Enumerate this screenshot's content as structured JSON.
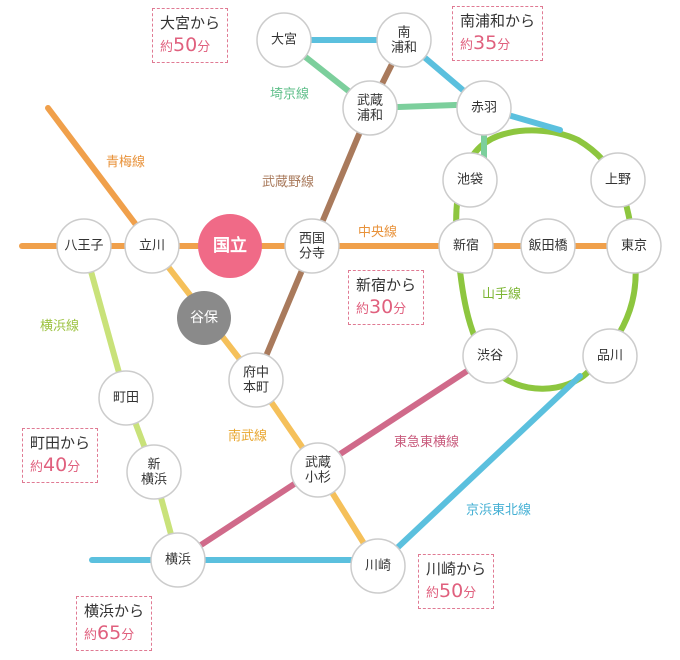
{
  "colors": {
    "chuo": "#f0a04b",
    "ome": "#f0a04b",
    "musashino": "#a97a5c",
    "nambu": "#f5c05a",
    "yokohama": "#c9e27a",
    "yamanote": "#8dc63f",
    "keihin": "#5bc0de",
    "saikyo": "#7ccf9c",
    "toyoko": "#d06a8a",
    "hub": "#f06a87",
    "yaho": "#8a8a8a"
  },
  "stations": {
    "omiya": "大宮",
    "minami_urawa": "南\n浦和",
    "musashi_urawa": "武蔵\n浦和",
    "akabane": "赤羽",
    "ikebukuro": "池袋",
    "ueno": "上野",
    "hachioji": "八王子",
    "tachikawa": "立川",
    "kunitachi": "国立",
    "nishikokubunji": "西国\n分寺",
    "shinjuku": "新宿",
    "iidabashi": "飯田橋",
    "tokyo": "東京",
    "yaho": "谷保",
    "fuchu_honmachi": "府中\n本町",
    "shibuya": "渋谷",
    "shinagawa": "品川",
    "machida": "町田",
    "shin_yokohama": "新\n横浜",
    "musashi_kosugi": "武蔵\n小杉",
    "yokohama": "横浜",
    "kawasaki": "川崎"
  },
  "lines": {
    "ome": "青梅線",
    "saikyo": "埼京線",
    "musashino": "武蔵野線",
    "chuo": "中央線",
    "yamanote": "山手線",
    "yokohama": "横浜線",
    "nambu": "南武線",
    "toyoko": "東急東横線",
    "keihin": "京浜東北線"
  },
  "travel_times": {
    "omiya": {
      "from": "大宮から",
      "prefix": "約",
      "minutes": "50",
      "unit": "分"
    },
    "minami_urawa": {
      "from": "南浦和から",
      "prefix": "約",
      "minutes": "35",
      "unit": "分"
    },
    "shinjuku": {
      "from": "新宿から",
      "prefix": "約",
      "minutes": "30",
      "unit": "分"
    },
    "machida": {
      "from": "町田から",
      "prefix": "約",
      "minutes": "40",
      "unit": "分"
    },
    "yokohama": {
      "from": "横浜から",
      "prefix": "約",
      "minutes": "65",
      "unit": "分"
    },
    "kawasaki": {
      "from": "川崎から",
      "prefix": "約",
      "minutes": "50",
      "unit": "分"
    }
  }
}
